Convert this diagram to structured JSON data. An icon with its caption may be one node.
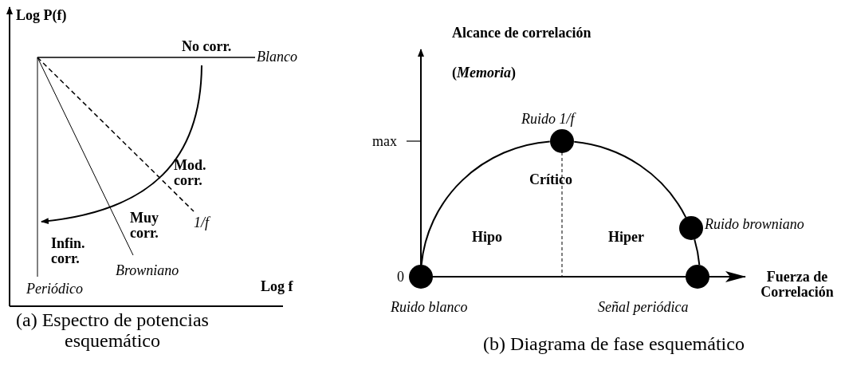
{
  "diagram": {
    "nodes": [
      {
        "text": [],
        "shape": "circle",
        "beside": [
          "Ruido blanco"
        ]
      },
      {
        "text": [],
        "shape": "circle",
        "beside": [
          "Ruido 1/f"
        ]
      },
      {
        "text": [],
        "shape": "circle",
        "beside": [
          "Ruido browniano"
        ]
      },
      {
        "text": [],
        "shape": "circle",
        "beside": [
          "Señal periódica"
        ]
      }
    ],
    "edges": [
      {
        "from": 0,
        "to": 1,
        "arrow": "none"
      },
      {
        "from": 1,
        "to": 2,
        "arrow": "none"
      },
      {
        "from": 2,
        "to": 3,
        "arrow": "none"
      }
    ],
    "labels": [
      "Log P(f)",
      "No corr.",
      "Blanco",
      "Mod. corr.",
      "1/f",
      "Muy corr.",
      "Infin. corr.",
      "Browniano",
      "Periódico",
      "Log f",
      "(a) Espectro de potencias esquemático",
      "Alcance de correlación",
      "(*Memoria*)",
      "max",
      "Crítico",
      "Hipo",
      "Hiper",
      "0",
      "Fuerza de Correlación",
      "(b) Diagrama de fase esquemático"
    ]
  }
}
